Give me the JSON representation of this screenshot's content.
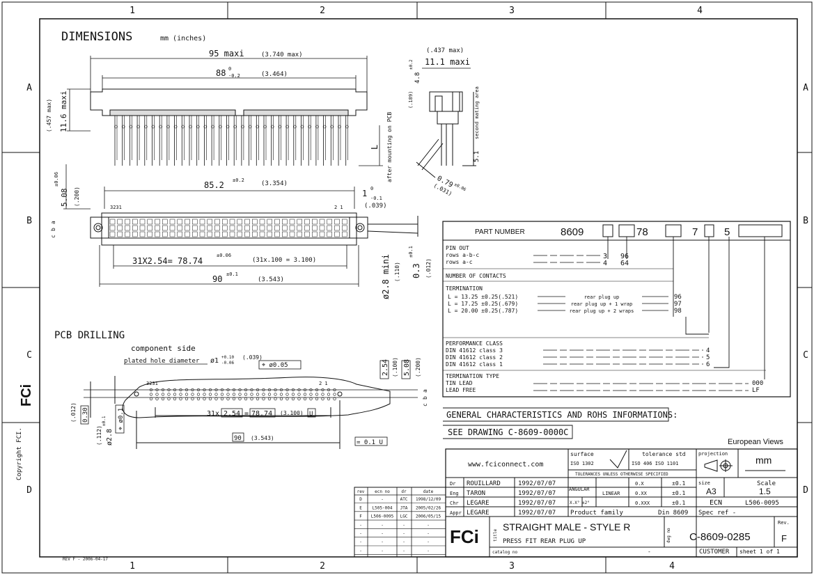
{
  "grid": {
    "cols": [
      "1",
      "2",
      "3",
      "4"
    ],
    "rows": [
      "A",
      "B",
      "C",
      "D"
    ]
  },
  "dimensions": {
    "title": "DIMENSIONS",
    "units": "mm (inches)",
    "overall_len": "95 maxi",
    "overall_len_in": "(3.740 max)",
    "body_len": "88",
    "body_len_tol_top": "0",
    "body_len_tol_bot": "-0.2",
    "body_len_in": "(3.464)",
    "height": "11.6 maxi",
    "height_in": "(.457 max)",
    "side_width_in": "(.437 max)",
    "side_width": "11.1 maxi",
    "side_dim_48": "4.8",
    "side_dim_48_tol": "±0.2",
    "side_dim_189": "(.189)",
    "second_mating": "second mating area",
    "dim_51": "5.1",
    "pin_dia": "0.79",
    "pin_dia_tol": "±0.06",
    "pin_dia_in": "(.031)",
    "after_mount": "after mounting on PCB",
    "L": "L",
    "len_852": "85.2",
    "len_852_tol": "±0.2",
    "len_852_in": "(3.354)",
    "dim_508": "5.08",
    "dim_508_tol": "±0.06",
    "dim_508_in": "(.200)",
    "dim_1": "1",
    "dim_1_tol_top": "0",
    "dim_1_tol_bot": "-0.1",
    "dim_1_in": "(.039)",
    "pin_3231": "3231",
    "pin_21": "2 1",
    "rows_cba": [
      "c",
      "b",
      "a"
    ],
    "pitch": "31X2.54= 78.74",
    "pitch_tol": "±0.06",
    "pitch_in": "(31x.100 = 3.100)",
    "len_90": "90",
    "len_90_tol": "±0.1",
    "len_90_in": "(3.543)",
    "dim_03": "0.3",
    "dim_03_tol": "±0.1",
    "dim_03_in": "(.012)",
    "dia_28": "ø2.8 mini",
    "dia_28_in": "(.110)"
  },
  "drilling": {
    "title": "PCB DRILLING",
    "component_side": "component side",
    "plated_hole": "plated hole diameter",
    "phi1": "ø1",
    "phi1_tol_top": "+0.10",
    "phi1_tol_bot": "-0.06",
    "phi1_in": "(.039)",
    "pos_tol": "⌖ ø0.05",
    "box_254": "2.54",
    "box_254_in": "(.100)",
    "box_508": "5.08",
    "box_508_in": "(.200)",
    "pin_3231": "3231",
    "pin_21": "2 1",
    "rows_cba": [
      "c",
      "b",
      "a"
    ],
    "dim_030": "0.30",
    "dim_030_in": "(.012)",
    "dia_28": "ø2.8",
    "dia_28_tol": "±0.1",
    "dia_28_in": "(.112)",
    "pos_phi01": "⌖ ø0.1",
    "pitch_prefix": "31x",
    "pitch_box": "2.54",
    "pitch_eq": "=",
    "pitch_total": "78.74",
    "pitch_in": "(3.100)",
    "ref_U": "U",
    "len_90": "90",
    "len_90_in": "(3.543)",
    "flat_tol": "= 0.1 U"
  },
  "part_number": {
    "label": "PART NUMBER",
    "prefix": "8609",
    "mid": "78",
    "seven": "7",
    "five": "5",
    "pin_out": "PIN OUT",
    "rows_abc": "rows a-b-c",
    "rows_ac": "rows a-c",
    "code_3": "3",
    "code_4": "4",
    "count_96": "96",
    "count_64": "64",
    "num_contacts": "NUMBER OF CONTACTS",
    "termination": "TERMINATION",
    "term_rows": [
      {
        "l": "L = 13.25 ±0.25(.521)",
        "desc": "rear plug up",
        "code": "96"
      },
      {
        "l": "L = 17.25 ±0.25(.679)",
        "desc": "rear plug up + 1 wrap",
        "code": "97"
      },
      {
        "l": "L = 20.00 ±0.25(.787)",
        "desc": "rear plug up + 2 wraps",
        "code": "98"
      }
    ],
    "perf_class": "PERFORMANCE CLASS",
    "perf_rows": [
      {
        "label": "DIN 41612 class 3",
        "code": "4"
      },
      {
        "label": "DIN 41612 class 2",
        "code": "5"
      },
      {
        "label": "DIN 41612 class 1",
        "code": "6"
      }
    ],
    "term_type": "TERMINATION TYPE",
    "tin_lead": "TIN LEAD",
    "lead_free": "LEAD FREE",
    "code_000": "000",
    "code_LF": "LF"
  },
  "general": {
    "line1": "GENERAL CHARACTERISTICS AND ROHS INFORMATIONS:",
    "line2": "SEE DRAWING C-8609-0000C"
  },
  "title_block": {
    "european": "European Views",
    "website": "www.fciconnect.com",
    "surface": "surface",
    "iso1302": "ISO 1302",
    "tol_std": "tolerance std",
    "iso406": "ISO 406  ISO 1101",
    "tol_note": "TOLERANCES UNLESS OTHERWISE SPECIFIED",
    "projection": "projection",
    "units": "mm",
    "angular": "ANGULAR",
    "linear": "LINEAR",
    "ang_tol": "X.X°  ±2°",
    "lin_rows": [
      {
        "fmt": "0.X",
        "tol": "±0.1"
      },
      {
        "fmt": "0.XX",
        "tol": "±0.1"
      },
      {
        "fmt": "0.XXX",
        "tol": "±0.1"
      }
    ],
    "size_label": "size",
    "size": "A3",
    "scale_label": "Scale",
    "scale": "1.5",
    "ecn_label": "ECN",
    "ecn": "L506-0095",
    "spec_ref": "Spec ref  -",
    "signers": [
      {
        "role": "Dr",
        "name": "ROUILLARD",
        "date": "1992/07/07"
      },
      {
        "role": "Eng",
        "name": "TARON",
        "date": "1992/07/07"
      },
      {
        "role": "Chr",
        "name": "LEGARE",
        "date": "1992/07/07"
      },
      {
        "role": "Appr",
        "name": "LEGARE",
        "date": "1992/07/07"
      }
    ],
    "product_family": "Product family",
    "family": "Din 8609",
    "title_label": "title",
    "title_1": "STRAIGHT MALE - STYLE R",
    "title_2": "PRESS FIT REAR PLUG UP",
    "dwg_label": "dwg no",
    "dwg_no": "C-8609-0285",
    "rev_label": "Rev.",
    "rev": "F",
    "catalog": "catalog no",
    "catalog_val": "-",
    "customer": "CUSTOMER",
    "sheet": "sheet  1  of  1",
    "logo": "FCi",
    "copyright": "Copyright FCI.",
    "footer_rev": "REV F - 2006-04-17"
  },
  "revisions": {
    "headers": [
      "rev",
      "ecn no",
      "dr",
      "date"
    ],
    "rows": [
      [
        "D",
        "-",
        "ATC",
        "1998/12/09"
      ],
      [
        "E",
        "L505-004",
        "JTA",
        "2005/02/26"
      ],
      [
        "F",
        "L506-0095",
        "LGC",
        "2006/05/15"
      ],
      [
        "-",
        "-",
        "-",
        "-"
      ],
      [
        "-",
        "-",
        "-",
        "-"
      ],
      [
        "-",
        "-",
        "-",
        "-"
      ],
      [
        "-",
        "-",
        "-",
        "-"
      ]
    ]
  }
}
